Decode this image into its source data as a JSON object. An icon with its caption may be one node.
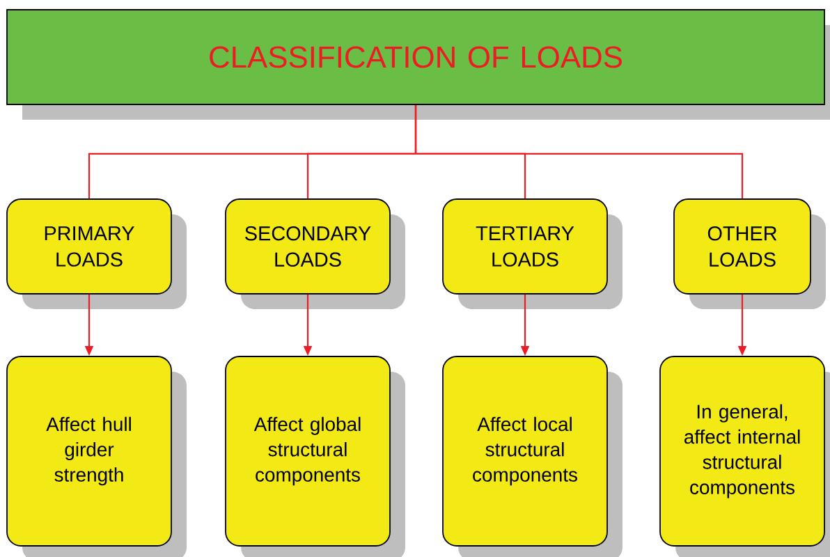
{
  "diagram": {
    "nodes": [
      {
        "text": [
          "CLASSIFICATION OF LOADS"
        ]
      },
      {
        "text": [
          "PRIMARY LOADS"
        ]
      },
      {
        "text": [
          "SECONDARY LOADS"
        ]
      },
      {
        "text": [
          "TERTIARY LOADS"
        ]
      },
      {
        "text": [
          "OTHER LOADS"
        ]
      },
      {
        "text": [
          "Affect hull girder strength"
        ]
      },
      {
        "text": [
          "Affect global structural components"
        ]
      },
      {
        "text": [
          "Affect local structural components"
        ]
      },
      {
        "text": [
          "In general, affect internal structural components"
        ]
      }
    ],
    "edges": [
      {
        "from": 0,
        "to": 1,
        "arrow": "none"
      },
      {
        "from": 0,
        "to": 2,
        "arrow": "none"
      },
      {
        "from": 0,
        "to": 3,
        "arrow": "none"
      },
      {
        "from": 0,
        "to": 4,
        "arrow": "none"
      },
      {
        "from": 1,
        "to": 5,
        "arrow": "to"
      },
      {
        "from": 2,
        "to": 6,
        "arrow": "to"
      },
      {
        "from": 3,
        "to": 7,
        "arrow": "to"
      },
      {
        "from": 4,
        "to": 8,
        "arrow": "to"
      }
    ]
  }
}
